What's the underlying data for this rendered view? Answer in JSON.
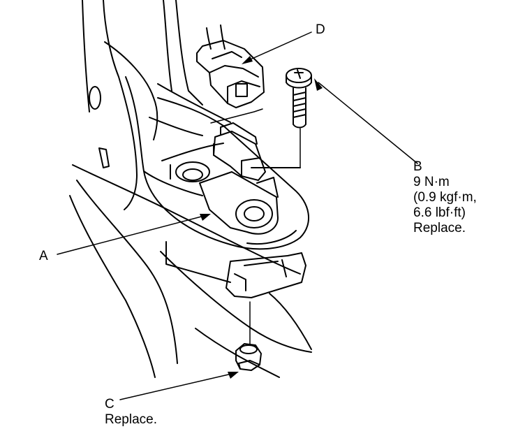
{
  "callouts": {
    "a": {
      "letter": "A"
    },
    "b": {
      "letter": "B",
      "torque": "9 N·m",
      "torque_kgf": "(0.9 kgf·m,",
      "torque_lbf": "6.6 lbf·ft)",
      "note": "Replace."
    },
    "c": {
      "letter": "C",
      "note": "Replace."
    },
    "d": {
      "letter": "D"
    }
  },
  "colors": {
    "ink": "#000000",
    "paper": "#ffffff"
  }
}
